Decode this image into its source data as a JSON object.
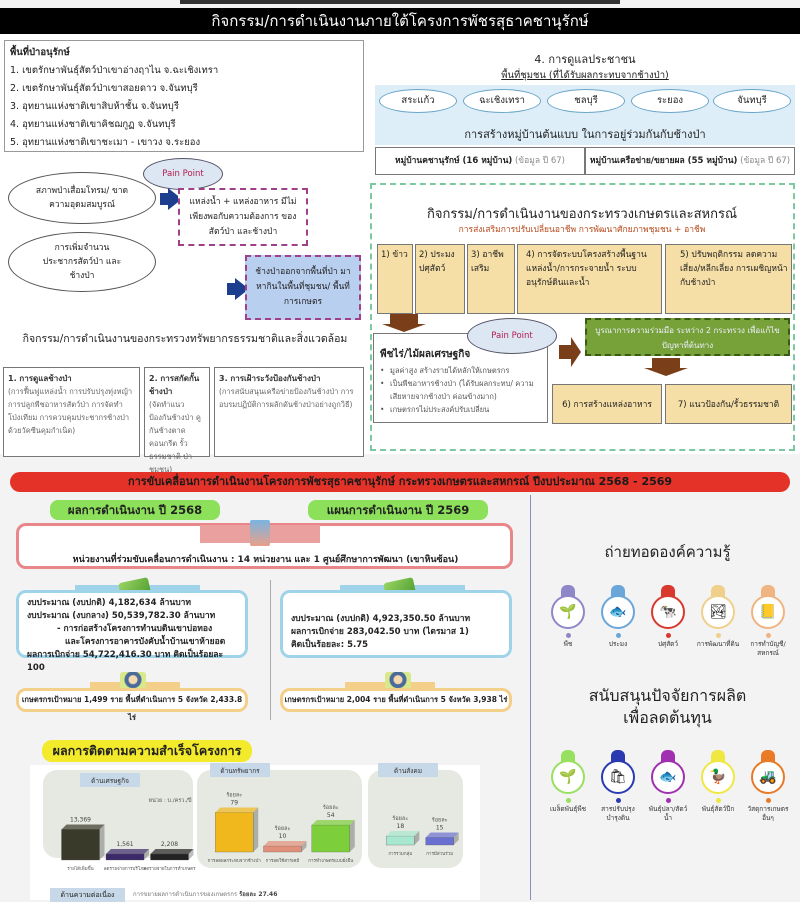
{
  "header": {
    "title": "กิจกรรม/การดำเนินงานภายใต้โครงการพัชรสุธาคชานุรักษ์"
  },
  "forest_area": {
    "title": "พื้นที่ป่าอนุรักษ์",
    "items": [
      "1. เขตรักษาพันธุ์สัตว์ป่าเขาอ่างฤาไน จ.ฉะเชิงเทรา",
      "2. เขตรักษาพันธุ์สัตว์ป่าเขาสอยดาว จ.จันทบุรี",
      "3. อุทยานแห่งชาติเขาสิบห้าชั้น จ.จันทบุรี",
      "4. อุทยานแห่งชาติเขาคิชฌกูฏ จ.จันทบุรี",
      "5. อุทยานแห่งชาติเขาชะเมา - เขาวง จ.ระยอง"
    ]
  },
  "people_care": {
    "title": "4. การดูแลประชาชน",
    "subtitle": "พื้นที่ชุมชน (ที่ได้รับผลกระทบจากช้างป่า)",
    "provinces": [
      "สระแก้ว",
      "ฉะเชิงเทรา",
      "ชลบุรี",
      "ระยอง",
      "จันทบุรี"
    ],
    "caption": "การสร้างหมู่บ้านต้นแบบ ในการอยู่ร่วมกันกับช้างป่า",
    "villages": [
      {
        "label": "หมู่บ้านคชานุรักษ์ (16 หมู่บ้าน)",
        "note": "(ข้อมูล ปี 67)"
      },
      {
        "label": "หมู่บ้านเครือข่าย/ขยายผล (55 หมู่บ้าน)",
        "note": "(ข้อมูล ปี 67)"
      }
    ]
  },
  "pain_flow": {
    "pain_label": "Pain Point",
    "causes": [
      "สภาพป่าเสื่อมโทรม/ ขาดความอุดมสมบูรณ์",
      "การเพิ่มจำนวน ประชากรสัตว์ป่า และช้างป่า"
    ],
    "effect1": "แหล่งน้ำ + แหล่งอาหาร มีไม่เพียงพอกับความต้องการ ของสัตว์ป่า และช้างป่า",
    "effect2": "ช้างป่าออกจากพื้นที่ป่า มาหากินในพื้นที่ชุมชน/ พื้นที่การเกษตร"
  },
  "moe": {
    "title": "กิจกรรม/การดำเนินงานของกระทรวงทรัพยากรธรรมชาติและสิ่งแวดล้อม",
    "boxes": [
      {
        "head": "1. การดูแลช้างป่า",
        "body": "(การฟื้นฟูแหล่งน้ำ การปรับปรุงทุ่งหญ้า การปลูกพืชอาหารสัตว์ป่า การจัดทำโป่งเทียม การควบคุมประชากรช้างป่าด้วยวัคซีนคุมกำเนิด)"
      },
      {
        "head": "2. การสกัดกั้นช้างป่า",
        "body": "(จัดทำแนวป้องกันช้างป่า คูกันช้างตาดคอนกรีต รั้วธรรมชาติ ป่าชุมชน)"
      },
      {
        "head": "3. การเฝ้าระวังป้องกันช้างป่า",
        "body": "(การสนับสนุนเครือข่ายป้องกันช้างป่า การอบรมปฏิบัติการผลักดันช้างป่าอย่างถูกวิธี)"
      }
    ]
  },
  "moac": {
    "title": "กิจกรรม/การดำเนินงานของกระทรวงเกษตรและสหกรณ์",
    "subtitle": "การส่งเสริมการปรับเปลี่ยนอาชีพ  การพัฒนาศักยภาพชุมชน + อาชีพ",
    "items": [
      "1) ข้าว",
      "2) ประมง ปศุสัตว์",
      "3) อาชีพ เสริม",
      "4) การจัดระบบโครงสร้างพื้นฐาน แหล่งน้ำ/การกระจายน้ำ ระบบอนุรักษ์ดินและน้ำ",
      "5) ปรับพฤติกรรม ลดความเสี่ยง/หลีกเลี่ยง การเผชิญหน้ากับช้างป่า"
    ],
    "pain_label": "Pain Point",
    "crop_title": "พืชไร่/ไม้ผลเศรษฐกิจ",
    "crop_bullets": [
      "มูลค่าสูง สร้างรายได้หลักให้เกษตรกร",
      "เป็นพืชอาหารช้างป่า (ได้รับผลกระทบ/ ความเสียหายจากช้างป่า ค่อนข้างมาก)",
      "เกษตรกรไม่ประสงค์ปรับเปลี่ยน"
    ],
    "integration": "บูรณาการความร่วมมือ ระหว่าง 2 กระทรวง เพื่อแก้ไขปัญหาที่ต้นทาง",
    "item6": "6) การสร้างแหล่งอาหาร",
    "item7": "7) แนวป้องกัน/รั้วธรรมชาติ"
  },
  "banner": {
    "title": "การขับเคลื่อนการดำเนินงานโครงการพัชรสุธาคชานุรักษ์ กระทรวงเกษตรและสหกรณ์ ปีงบประมาณ 2568 - 2569"
  },
  "results_2568": {
    "label": "ผลการดำเนินงาน ปี 2568"
  },
  "plan_2569": {
    "label": "แผนการดำเนินงาน ปี 2569"
  },
  "units": {
    "text": "หน่วยงานที่ร่วมขับเคลื่อนการดำเนินงาน : 14 หน่วยงาน และ 1 ศูนย์ศึกษาการพัฒนา (เขาหินซ้อน)"
  },
  "budget_2568": {
    "lines": [
      "งบประมาณ (งบปกติ) 4,182,634 ล้านบาท",
      "งบประมาณ (งบกลาง) 50,539,782.30 ล้านบาท",
      "- การก่อสร้างโครงการทำนบดินเขาบ่อทอง",
      "และโครงการอาคารบังคับน้ำบ้านเขาห้ายอด",
      "ผลการเบิกจ่าย 54,722,416.30 บาท คิดเป็นร้อยละ 100"
    ],
    "farmers": "เกษตรกรเป้าหมาย 1,499 ราย  พื้นที่ดำเนินการ 5 จังหวัด 2,433.8 ไร่"
  },
  "budget_2569": {
    "lines": [
      "งบประมาณ (งบปกติ) 4,923,350.50 ล้านบาท",
      "ผลการเบิกจ่าย 283,042.50 บาท (ไตรมาส 1)",
      "คิดเป็นร้อยละ: 5.75"
    ],
    "farmers": "เกษตรกรเป้าหมาย 2,004 ราย  พื้นที่ดำเนินการ 5 จังหวัด 3,938 ไร่"
  },
  "knowledge": {
    "title": "ถ่ายทอดองค์ความรู้",
    "icons": [
      {
        "label": "พืช",
        "icon": "plant-icon",
        "color": "#8f88c8",
        "glyph": "🌱"
      },
      {
        "label": "ประมง",
        "icon": "fish-icon",
        "color": "#6aa6d8",
        "glyph": "🐟"
      },
      {
        "label": "ปศุสัตว์",
        "icon": "cattle-icon",
        "color": "#d8382e",
        "glyph": "🐄"
      },
      {
        "label": "การพัฒนาที่ดิน",
        "icon": "land-icon",
        "color": "#f0cf8a",
        "glyph": "🏞"
      },
      {
        "label": "การทำบัญชี/ สหกรณ์",
        "icon": "accounting-icon",
        "color": "#f0b482",
        "glyph": "📒"
      }
    ]
  },
  "support": {
    "title_line1": "สนับสนุนปัจจัยการผลิต",
    "title_line2": "เพื่อลดต้นทุน",
    "icons": [
      {
        "label": "เมล็ดพันธุ์พืช",
        "icon": "seed-icon",
        "color": "#98e060",
        "glyph": "🌱"
      },
      {
        "label": "สารปรับปรุง บำรุงดิน",
        "icon": "fertilizer-icon",
        "color": "#2a3ab0",
        "glyph": "🛍"
      },
      {
        "label": "พันธุ์ปลา/สัตว์น้ำ",
        "icon": "fish-icon",
        "color": "#a030b0",
        "glyph": "🐟"
      },
      {
        "label": "พันธุ์สัตว์ปีก",
        "icon": "poultry-icon",
        "color": "#f0e840",
        "glyph": "🦆"
      },
      {
        "label": "วัสดุการเกษตรอื่นๆ",
        "icon": "farm-tools-icon",
        "color": "#e87a28",
        "glyph": "🚜"
      }
    ]
  },
  "monitoring": {
    "title": "ผลการติดตามความสำเร็จโครงการ",
    "continuity_label": "ด้านความต่อเนื่อง",
    "continuity_text": "การขยายผลการดำเนินการของเกษตรกร",
    "continuity_value": "ร้อยละ 27.46"
  },
  "chart_data": [
    {
      "type": "bar",
      "title": "ด้านเศรษฐกิจ",
      "unit_label": "หน่วย : บ./ครว./ปี",
      "categories": [
        "รายได้เพิ่มขึ้น",
        "ลดรายจ่ายการบริโภค",
        "ลดรายจ่ายในการทำเกษตร"
      ],
      "values": [
        13369,
        1561,
        2208
      ],
      "value_labels": [
        "13,369",
        "1,561",
        "2,208"
      ],
      "colors": [
        "#3a3a2a",
        "#3a2a6a",
        "#222222"
      ]
    },
    {
      "type": "bar",
      "title": "ด้านทรัพยากร",
      "value_prefix": "ร้อยละ",
      "categories": [
        "การลดผลกระทบจากช้างป่า",
        "การลดใช้สารเคมี",
        "การทำเกษตรแบบยั่งยืน"
      ],
      "values": [
        79,
        10,
        54
      ],
      "colors": [
        "#f0b81c",
        "#e0907a",
        "#7ccf3a"
      ]
    },
    {
      "type": "bar",
      "title": "ด้านสังคม",
      "value_prefix": "ร้อยละ",
      "categories": [
        "การรวมกลุ่ม",
        "การมีส่วนร่วม"
      ],
      "values": [
        18,
        15
      ],
      "colors": [
        "#a8e8d0",
        "#6a70d0"
      ]
    }
  ]
}
